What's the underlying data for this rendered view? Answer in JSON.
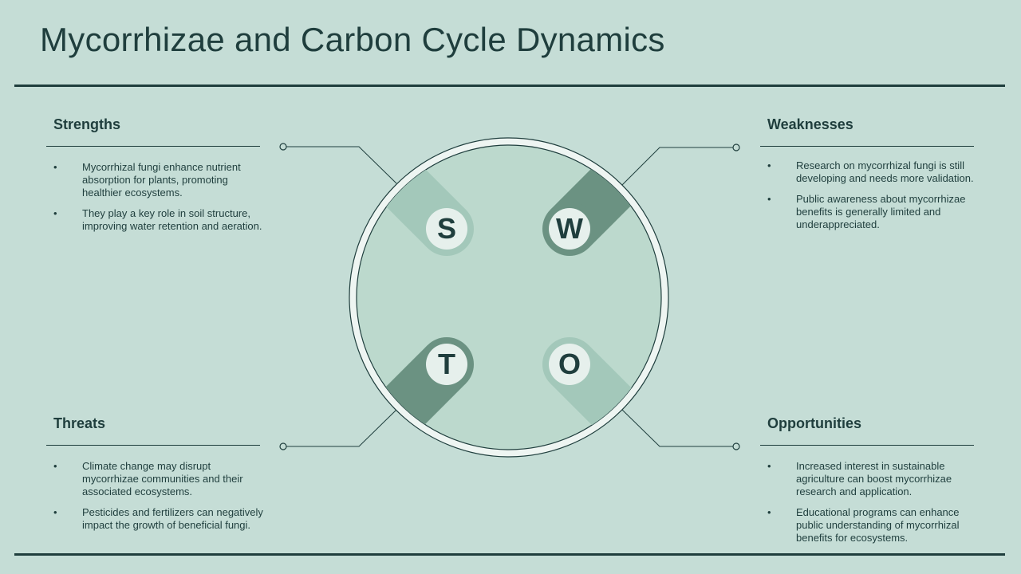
{
  "title": "Mycorrhizae and Carbon Cycle Dynamics",
  "colors": {
    "background": "#c5ddd6",
    "dark": "#1f3e3d",
    "light_petal": "#a3c8ba",
    "dark_petal": "#6b9282",
    "circle_fill": "#bcd9cd",
    "badge_fill": "#e6f0ec"
  },
  "swot": {
    "strengths": {
      "letter": "S",
      "heading": "Strengths",
      "bullets": [
        "Mycorrhizal fungi enhance nutrient absorption for plants, promoting healthier ecosystems.",
        "They play a key role in soil structure, improving water retention and aeration."
      ]
    },
    "weaknesses": {
      "letter": "W",
      "heading": "Weaknesses",
      "bullets": [
        "Research on mycorrhizal fungi is still developing and needs more validation.",
        "Public awareness about mycorrhizae benefits is generally limited and underappreciated."
      ]
    },
    "threats": {
      "letter": "T",
      "heading": "Threats",
      "bullets": [
        "Climate change may disrupt mycorrhizae communities and their associated ecosystems.",
        "Pesticides and fertilizers can negatively impact the growth of beneficial fungi."
      ]
    },
    "opportunities": {
      "letter": "O",
      "heading": "Opportunities",
      "bullets": [
        "Increased interest in sustainable agriculture can boost mycorrhizae research and application.",
        "Educational programs can enhance public understanding of mycorrhizal benefits for ecosystems."
      ]
    }
  }
}
